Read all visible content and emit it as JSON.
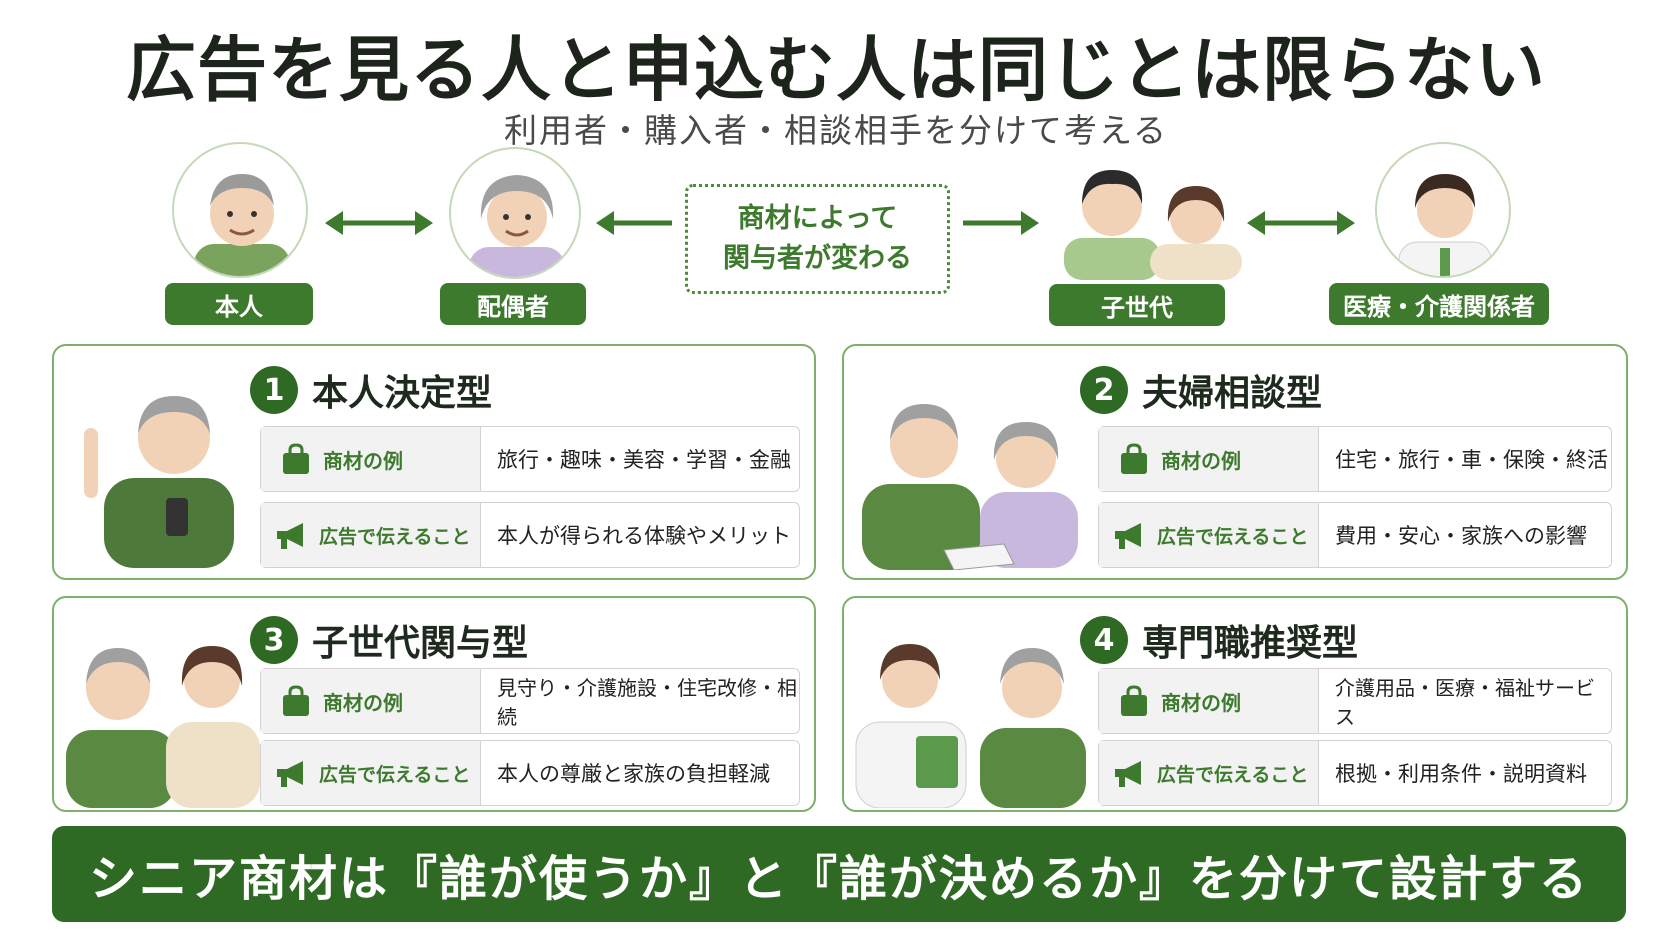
{
  "title": "広告を見る人と申込む人は同じとは限らない",
  "subtitle": "利用者・購入者・相談相手を分けて考える",
  "people": {
    "self": "本人",
    "spouse": "配偶者",
    "center_text_line1": "商材によって",
    "center_text_line2": "関与者が変わる",
    "children": "子世代",
    "medical": "医療・介護関係者"
  },
  "row_labels": {
    "example": "商材の例",
    "message": "広告で伝えること"
  },
  "cards": [
    {
      "number": "1",
      "title": "本人決定型",
      "example": "旅行・趣味・美容・学習・金融",
      "message": "本人が得られる体験やメリット"
    },
    {
      "number": "2",
      "title": "夫婦相談型",
      "example": "住宅・旅行・車・保険・終活",
      "message": "費用・安心・家族への影響"
    },
    {
      "number": "3",
      "title": "子世代関与型",
      "example": "見守り・介護施設・住宅改修・相続",
      "message": "本人の尊厳と家族の負担軽減"
    },
    {
      "number": "4",
      "title": "専門職推奨型",
      "example": "介護用品・医療・福祉サービス",
      "message": "根拠・利用条件・説明資料"
    }
  ],
  "footer": "シニア商材は『誰が使うか』と『誰が決めるか』を分けて設計する",
  "colors": {
    "brand_green": "#2f6a24",
    "pill_green": "#3d7a2e",
    "card_border": "#7fae6a"
  }
}
